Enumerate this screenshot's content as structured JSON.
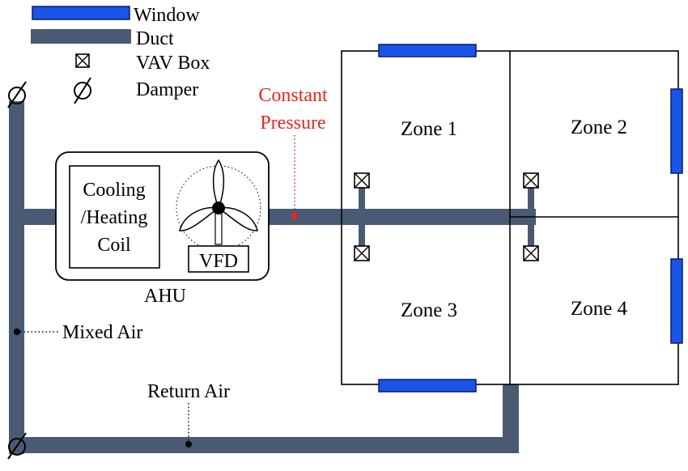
{
  "legend": {
    "window": "Window",
    "duct": "Duct",
    "vav_box": "VAV Box",
    "damper": "Damper"
  },
  "labels": {
    "constant_line1": "Constant",
    "constant_line2": "Pressure",
    "coil_line1": "Cooling",
    "coil_line2": "/Heating",
    "coil_line3": "Coil",
    "vfd": "VFD",
    "ahu": "AHU",
    "mixed_air": "Mixed Air",
    "return_air": "Return Air"
  },
  "zones": [
    "Zone 1",
    "Zone 2",
    "Zone 3",
    "Zone 4"
  ],
  "colors": {
    "duct": "#4a5a73",
    "window": "#1a55e8",
    "highlight": "#e8261f"
  }
}
